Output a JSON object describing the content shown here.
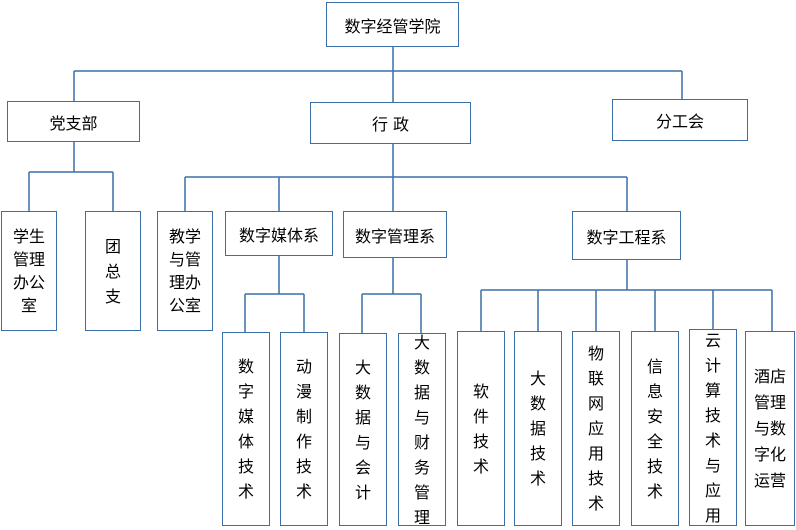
{
  "root": "数字经管学院",
  "level1": {
    "party": "党支部",
    "admin": "行 政",
    "union": "分工会"
  },
  "party_children": {
    "student_office": "学生管理办公室",
    "league": "团总支"
  },
  "admin_children": {
    "teaching_office": "教学与管理办公室",
    "media": "数字媒体系",
    "management": "数字管理系",
    "engineering": "数字工程系"
  },
  "majors": {
    "digital_media_tech": "数字媒体技术",
    "animation": "动漫制作技术",
    "big_data_accounting": "大数据与会计",
    "big_data_finance": "大数据与财务管理",
    "software": "软件技术",
    "big_data_tech": "大数据技术",
    "iot": "物联网应用技术",
    "infosec": "信息安全技术",
    "cloud": "云计算技术与应用",
    "hotel": "酒店管理与数字化运营"
  }
}
